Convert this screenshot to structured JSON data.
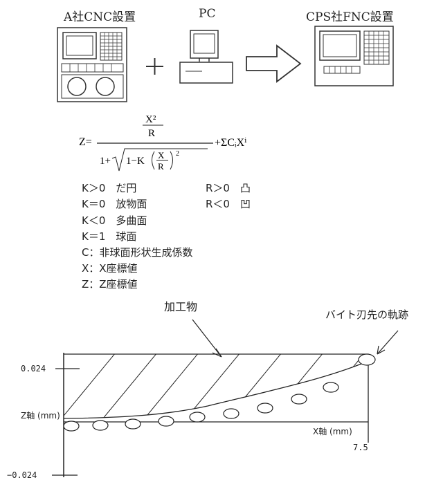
{
  "figure": {
    "captions": {
      "cnc_a": "A社CNC設置",
      "pc": "PC",
      "cnc_cps": "CPS社FNC設置",
      "plus": "+"
    },
    "formula": {
      "lhs": "Z=",
      "num": "X²",
      "num_den": "R",
      "den_one": "1+",
      "den_one_minus_k": "1−K",
      "ratio_x": "X",
      "ratio_r": "R",
      "exp": "2",
      "tail": "+ΣCᵢXⁱ"
    },
    "definitions": {
      "k_gt0": "K＞0　だ円",
      "r_gt0": "R＞0　凸",
      "k_eq0": "K＝0　放物面",
      "r_lt0": "R＜0　凹",
      "k_lt0": "K＜0　多曲面",
      "k_eq1": "K＝1　球面",
      "c_def": "C：非球面形状生成係数",
      "x_def": "X：X座標値",
      "z_def": "Z：Z座標値"
    },
    "graph": {
      "workpiece_label": "加工物",
      "tool_path_label": "バイト刃先の軌跡",
      "y_top_tick": "0.024",
      "y_bottom_tick": "−0.024",
      "z_axis_label": "Z軸 (mm)",
      "x_axis_label": "X軸 (mm)",
      "x_end_value": "7.5"
    }
  }
}
